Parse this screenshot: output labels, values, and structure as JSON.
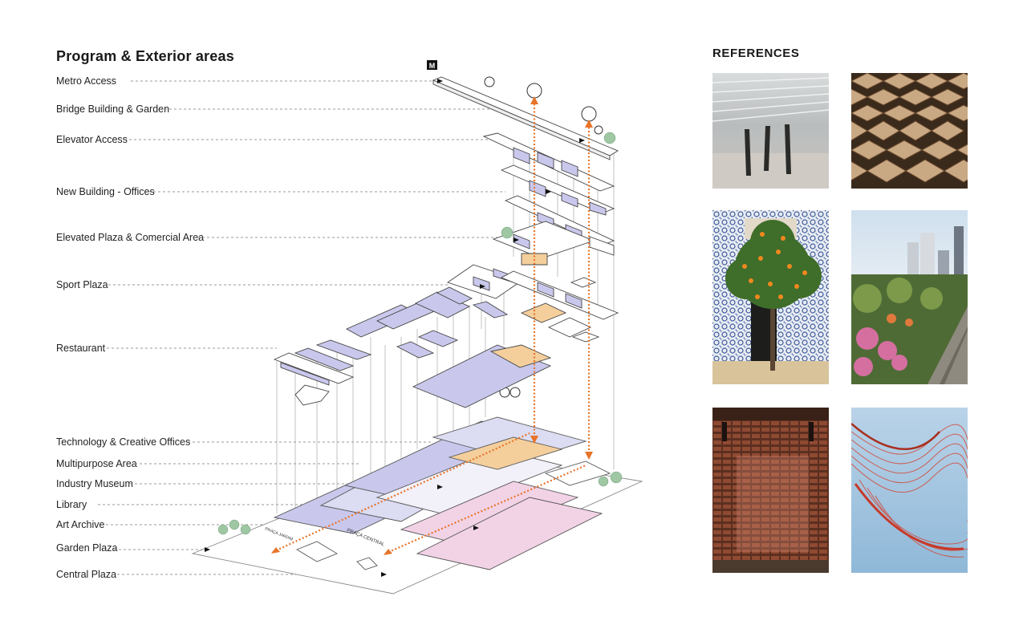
{
  "program": {
    "title": "Program & Exterior areas",
    "labels": [
      "Metro Access",
      "Bridge Building & Garden",
      "Elevator Access",
      "New Building - Offices",
      "Elevated Plaza & Comercial Area",
      "Sport Plaza",
      "Restaurant",
      "Technology & Creative Offices",
      "Multipurpose Area",
      "Industry Museum",
      "Library",
      "Art Archive",
      "Garden Plaza",
      "Central Plaza"
    ],
    "metro_sign": "M",
    "plaza_labels": [
      "PRAÇA JARDIM",
      "PRAÇA CENTRAL"
    ]
  },
  "references": {
    "title": "REFERENCES"
  },
  "colors": {
    "accent_orange": "#e8742a",
    "lavender": "#c9c8ec",
    "pink": "#f2d3e6",
    "tan": "#f4cf9c"
  }
}
